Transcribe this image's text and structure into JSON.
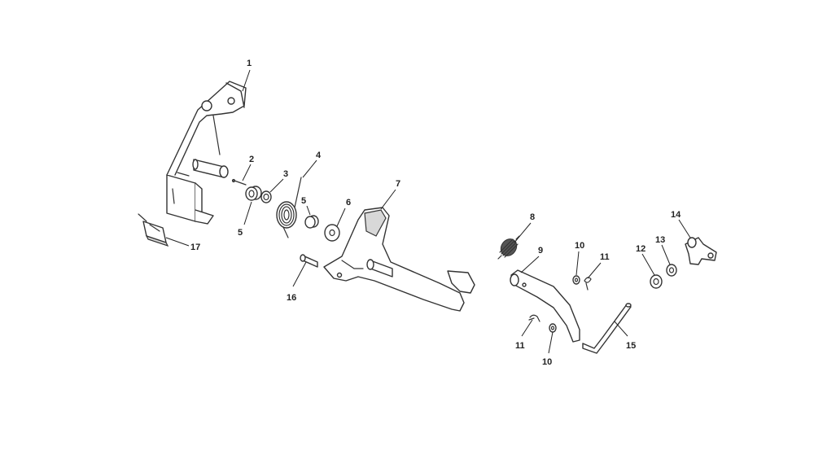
{
  "callouts": {
    "c1": "1",
    "c2": "2",
    "c3": "3",
    "c4": "4",
    "c5a": "5",
    "c5b": "5",
    "c6": "6",
    "c7": "7",
    "c8": "8",
    "c9": "9",
    "c10a": "10",
    "c10b": "10",
    "c11a": "11",
    "c11b": "11",
    "c12": "12",
    "c13": "13",
    "c14": "14",
    "c15": "15",
    "c16": "16",
    "c17": "17"
  }
}
